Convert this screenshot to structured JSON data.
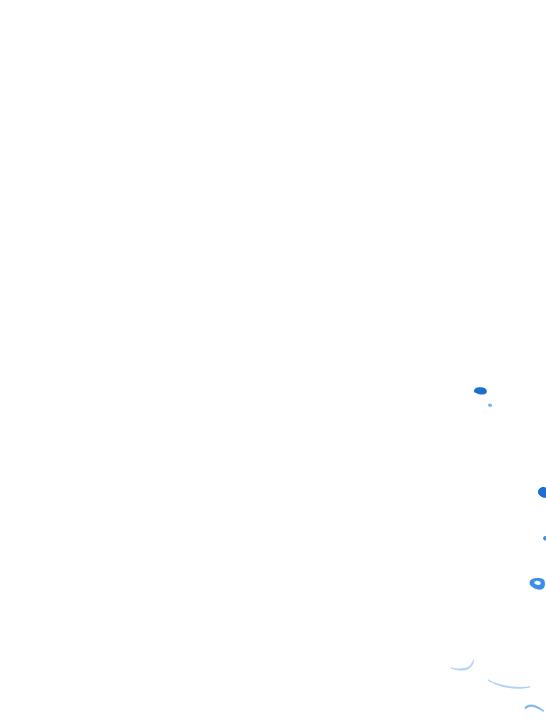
{
  "map": {
    "background_color": "#ffffff",
    "colors": {
      "heavy": "#1f6fd1",
      "medium": "#3d8fe6",
      "light": "#7fb6f2",
      "trace": "#b5d4f7"
    },
    "echoes": [
      {
        "name": "radar-echo-cell-1",
        "intensity": "heavy"
      },
      {
        "name": "radar-echo-cell-2",
        "intensity": "light"
      },
      {
        "name": "radar-echo-cell-3",
        "intensity": "heavy"
      },
      {
        "name": "radar-echo-cell-4",
        "intensity": "medium"
      },
      {
        "name": "radar-echo-cell-5",
        "intensity": "medium"
      },
      {
        "name": "radar-echo-trace-1",
        "intensity": "trace"
      },
      {
        "name": "radar-echo-trace-2",
        "intensity": "trace"
      },
      {
        "name": "radar-echo-trace-3",
        "intensity": "light"
      }
    ]
  }
}
